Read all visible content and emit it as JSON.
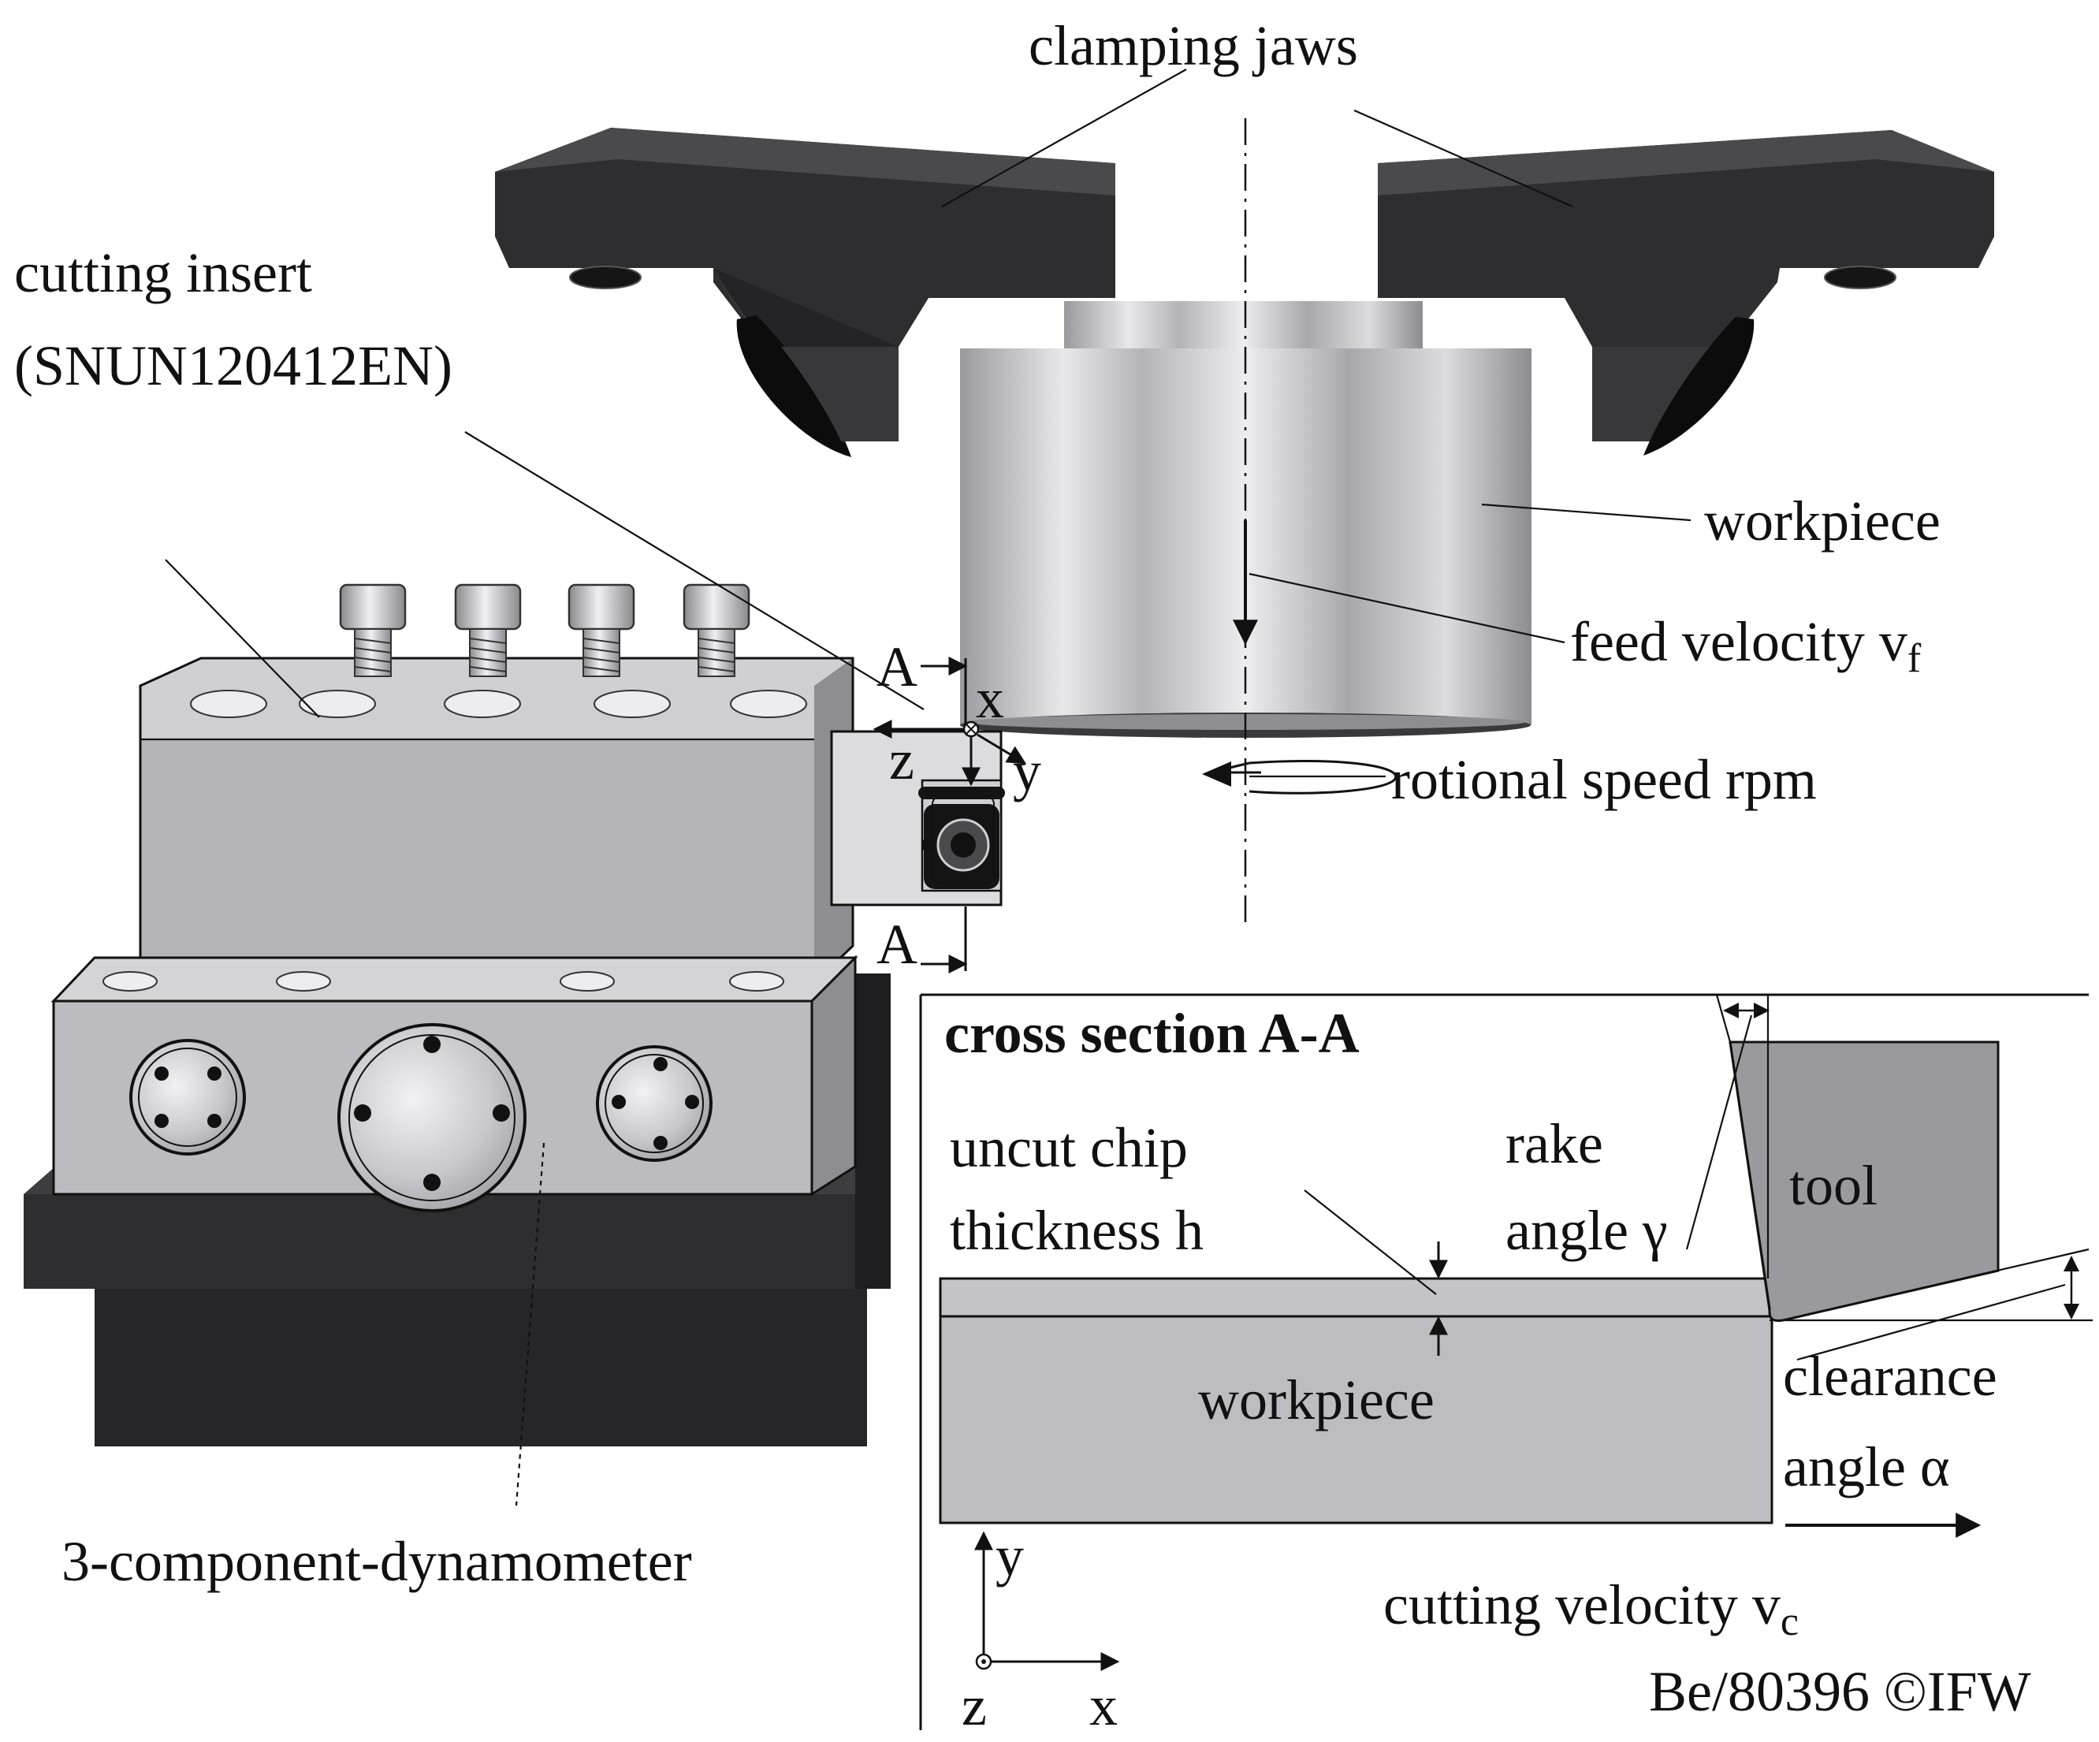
{
  "labels": {
    "clamping_jaws": "clamping jaws",
    "cutting_insert_line1": "cutting insert",
    "cutting_insert_line2": "(SNUN120412EN)",
    "workpiece_top": "workpiece",
    "feed_velocity": "feed velocity v",
    "feed_velocity_sub": "f",
    "rotational_speed": "rotional speed rpm",
    "dynamometer": "3-component-dynamometer",
    "section_A_top": "A",
    "section_A_bottom": "A",
    "axis_x_top": "x",
    "axis_z_top": "z",
    "axis_y_top": "y",
    "cross_section_title": "cross section A-A",
    "uncut_chip_line1": "uncut chip",
    "uncut_chip_line2": "thickness h",
    "rake_line1": "rake",
    "rake_line2": "angle γ",
    "tool": "tool",
    "workpiece_section": "workpiece",
    "clearance_line1": "clearance",
    "clearance_line2": "angle α",
    "cutting_velocity": "cutting velocity v",
    "cutting_velocity_sub": "c",
    "axis_y_section": "y",
    "axis_z_section": "z",
    "axis_x_section": "x",
    "credit": "Be/80396 ©IFW"
  },
  "colors": {
    "jaw": "#3a3a3c",
    "jaw_dark": "#1c1c1e",
    "metal_light": "#e6e6e8",
    "metal_mid": "#b8b8bc",
    "metal_dark": "#8e8e92",
    "section_fill": "#bdbdc1",
    "tool_fill": "#9a9a9e"
  }
}
